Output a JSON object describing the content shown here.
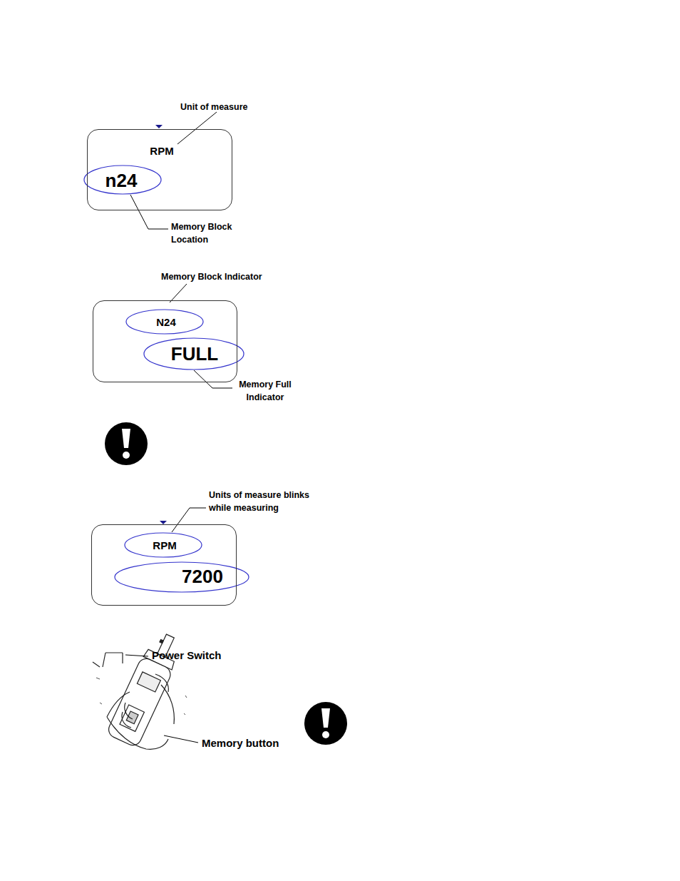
{
  "diagram": {
    "nodes": [
      {
        "text": [
          "RPM",
          "n24"
        ]
      },
      {
        "text": [
          "N24",
          "FULL"
        ]
      },
      {
        "text": [
          "RPM",
          "7200"
        ]
      }
    ],
    "labels": [
      "Unit of measure",
      "Memory Block Location",
      "Memory Block Indicator",
      "Memory Full Indicator",
      "Units of measure blinks while measuring",
      "Power Switch",
      "Memory button"
    ]
  }
}
